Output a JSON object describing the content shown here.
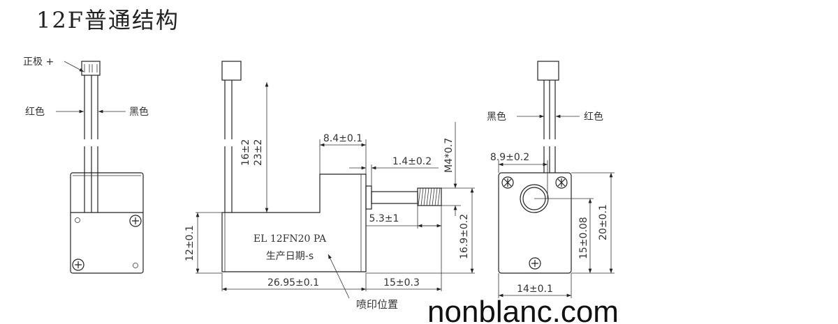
{
  "title": "12F普通结构",
  "left_view": {
    "positive_label": "正极 +",
    "red_wire_label": "红色",
    "black_wire_label": "黑色"
  },
  "side_view": {
    "wire_dims": [
      "16±2",
      "23±2"
    ],
    "height_dim": "12±0.1",
    "length_dim": "26.95±0.1",
    "stroke_dim": "15±0.3",
    "step_dim": "8.4±0.1",
    "gap_dim": "1.4±0.2",
    "thread_dim": "M4*0.7",
    "thread_length_dim": "5.3±1",
    "shaft_height_dim": "16.9±0.2",
    "marking_line1": "EL 12FN20 PA",
    "marking_line2": "生产日期-s",
    "print_position_label": "喷印位置"
  },
  "front_view": {
    "black_wire_label": "黑色",
    "red_wire_label": "红色",
    "offset_dim": "8.9±0.2",
    "center_height_dim": "15±0.08",
    "height_dim": "20±0.1",
    "width_dim": "14±0.1"
  },
  "watermark": "nonblanc.com"
}
